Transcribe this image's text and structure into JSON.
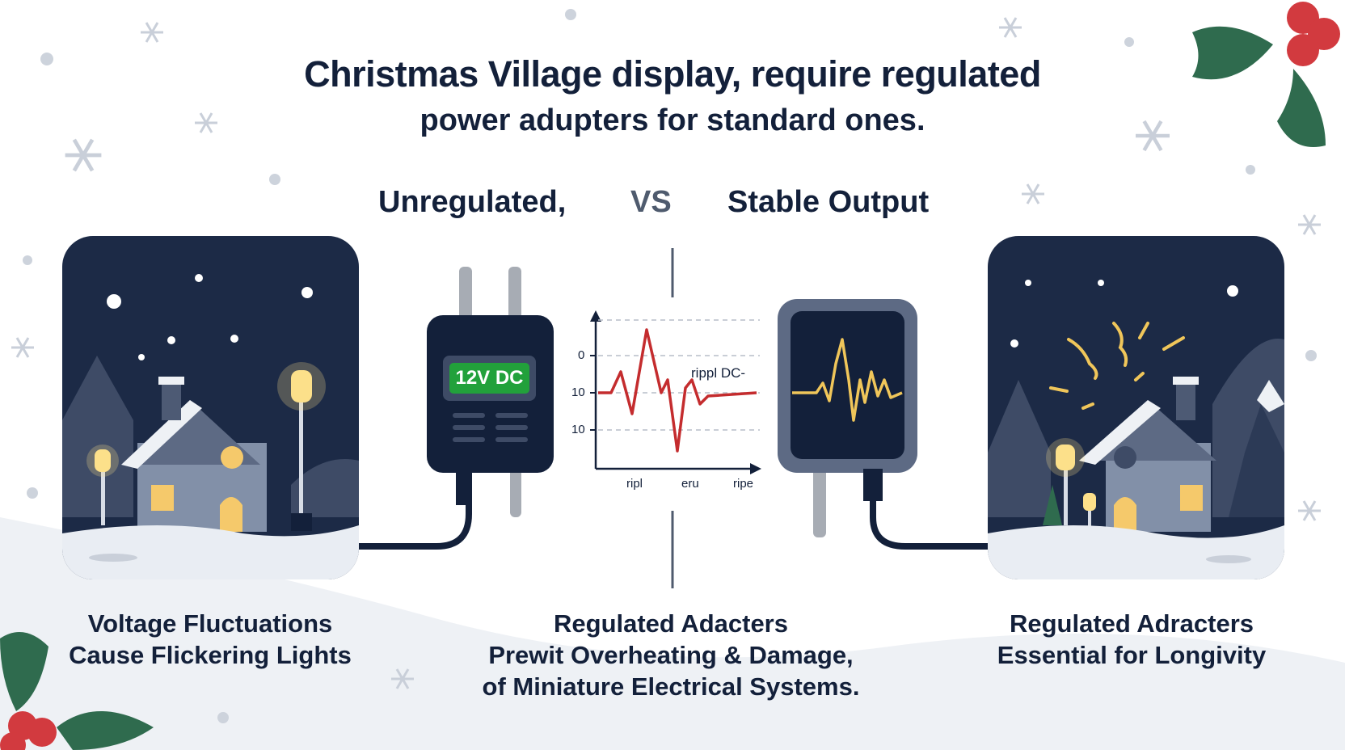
{
  "title": {
    "line1": "Christmas Village  display, require regulated",
    "line2": "power adupters for standard ones."
  },
  "comparison": {
    "left": "Unregulated,",
    "vs": "VS",
    "right": "Stable Output"
  },
  "adapter": {
    "badge": "12V DC"
  },
  "graph": {
    "y_ticks": [
      "0",
      "10",
      "10"
    ],
    "x_ticks": [
      "ripl",
      "eru",
      "ripe"
    ],
    "annotation": "rippl DC-"
  },
  "captions": {
    "left": [
      "Voltage Fluctuations",
      "Cause Flickering Lights"
    ],
    "middle": [
      "Regulated Adacters",
      "Prewit Overheating & Damage,",
      "of Miniature Electrical Systems."
    ],
    "right": [
      "Regulated Adracters",
      "Essential for Longivity"
    ]
  },
  "colors": {
    "navy": "#13203a",
    "night_sky": "#1c2a46",
    "snow": "#e9edf3",
    "waveform_red": "#c42c2e",
    "waveform_yellow": "#f0c65a",
    "badge_green": "#22a13b",
    "holly_green": "#2f6b4e",
    "berry_red": "#d23a3f"
  }
}
